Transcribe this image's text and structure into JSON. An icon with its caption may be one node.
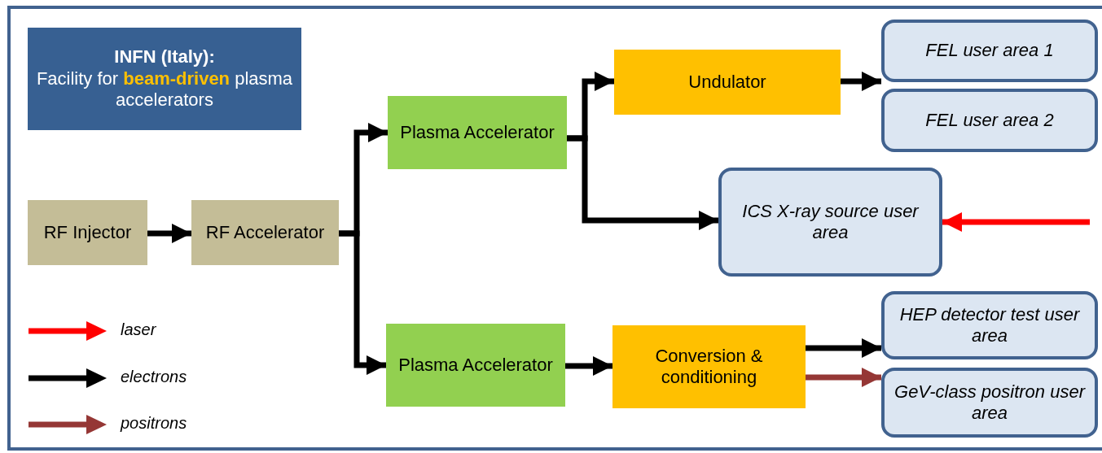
{
  "diagram": {
    "nodes": [
      {
        "text": [
          "INFN (Italy):",
          "Facility for **beam-driven** plasma accelerators"
        ]
      },
      {
        "text": [
          "RF Injector"
        ]
      },
      {
        "text": [
          "RF Accelerator"
        ]
      },
      {
        "text": [
          "Plasma Accelerator"
        ]
      },
      {
        "text": [
          "Plasma Accelerator"
        ]
      },
      {
        "text": [
          "Undulator"
        ]
      },
      {
        "text": [
          "FEL user area 1"
        ]
      },
      {
        "text": [
          "FEL user area 2"
        ]
      },
      {
        "text": [
          "ICS X-ray source user area"
        ]
      },
      {
        "text": [
          "Conversion & conditioning"
        ]
      },
      {
        "text": [
          "HEP detector test user area"
        ]
      },
      {
        "text": [
          "GeV-class positron user area"
        ]
      }
    ],
    "edges": [
      {
        "from": 1,
        "to": 2,
        "arrow": "to"
      },
      {
        "from": 2,
        "to": 3,
        "arrow": "to"
      },
      {
        "from": 2,
        "to": 4,
        "arrow": "to"
      },
      {
        "from": 3,
        "to": 5,
        "arrow": "to"
      },
      {
        "from": 3,
        "to": 8,
        "arrow": "to"
      },
      {
        "from": 5,
        "to": 6,
        "arrow": "to"
      },
      {
        "from": null,
        "to": 8,
        "arrow": "to",
        "color": "#ff0000"
      },
      {
        "from": 4,
        "to": 9,
        "arrow": "to"
      },
      {
        "from": 9,
        "to": 10,
        "arrow": "to"
      },
      {
        "from": 9,
        "to": 11,
        "arrow": "to",
        "color": "#953735"
      }
    ],
    "legend": [
      {
        "text": "laser",
        "color": "#ff0000"
      },
      {
        "text": "electrons",
        "color": "#000000"
      },
      {
        "text": "positrons",
        "color": "#953735"
      }
    ]
  }
}
